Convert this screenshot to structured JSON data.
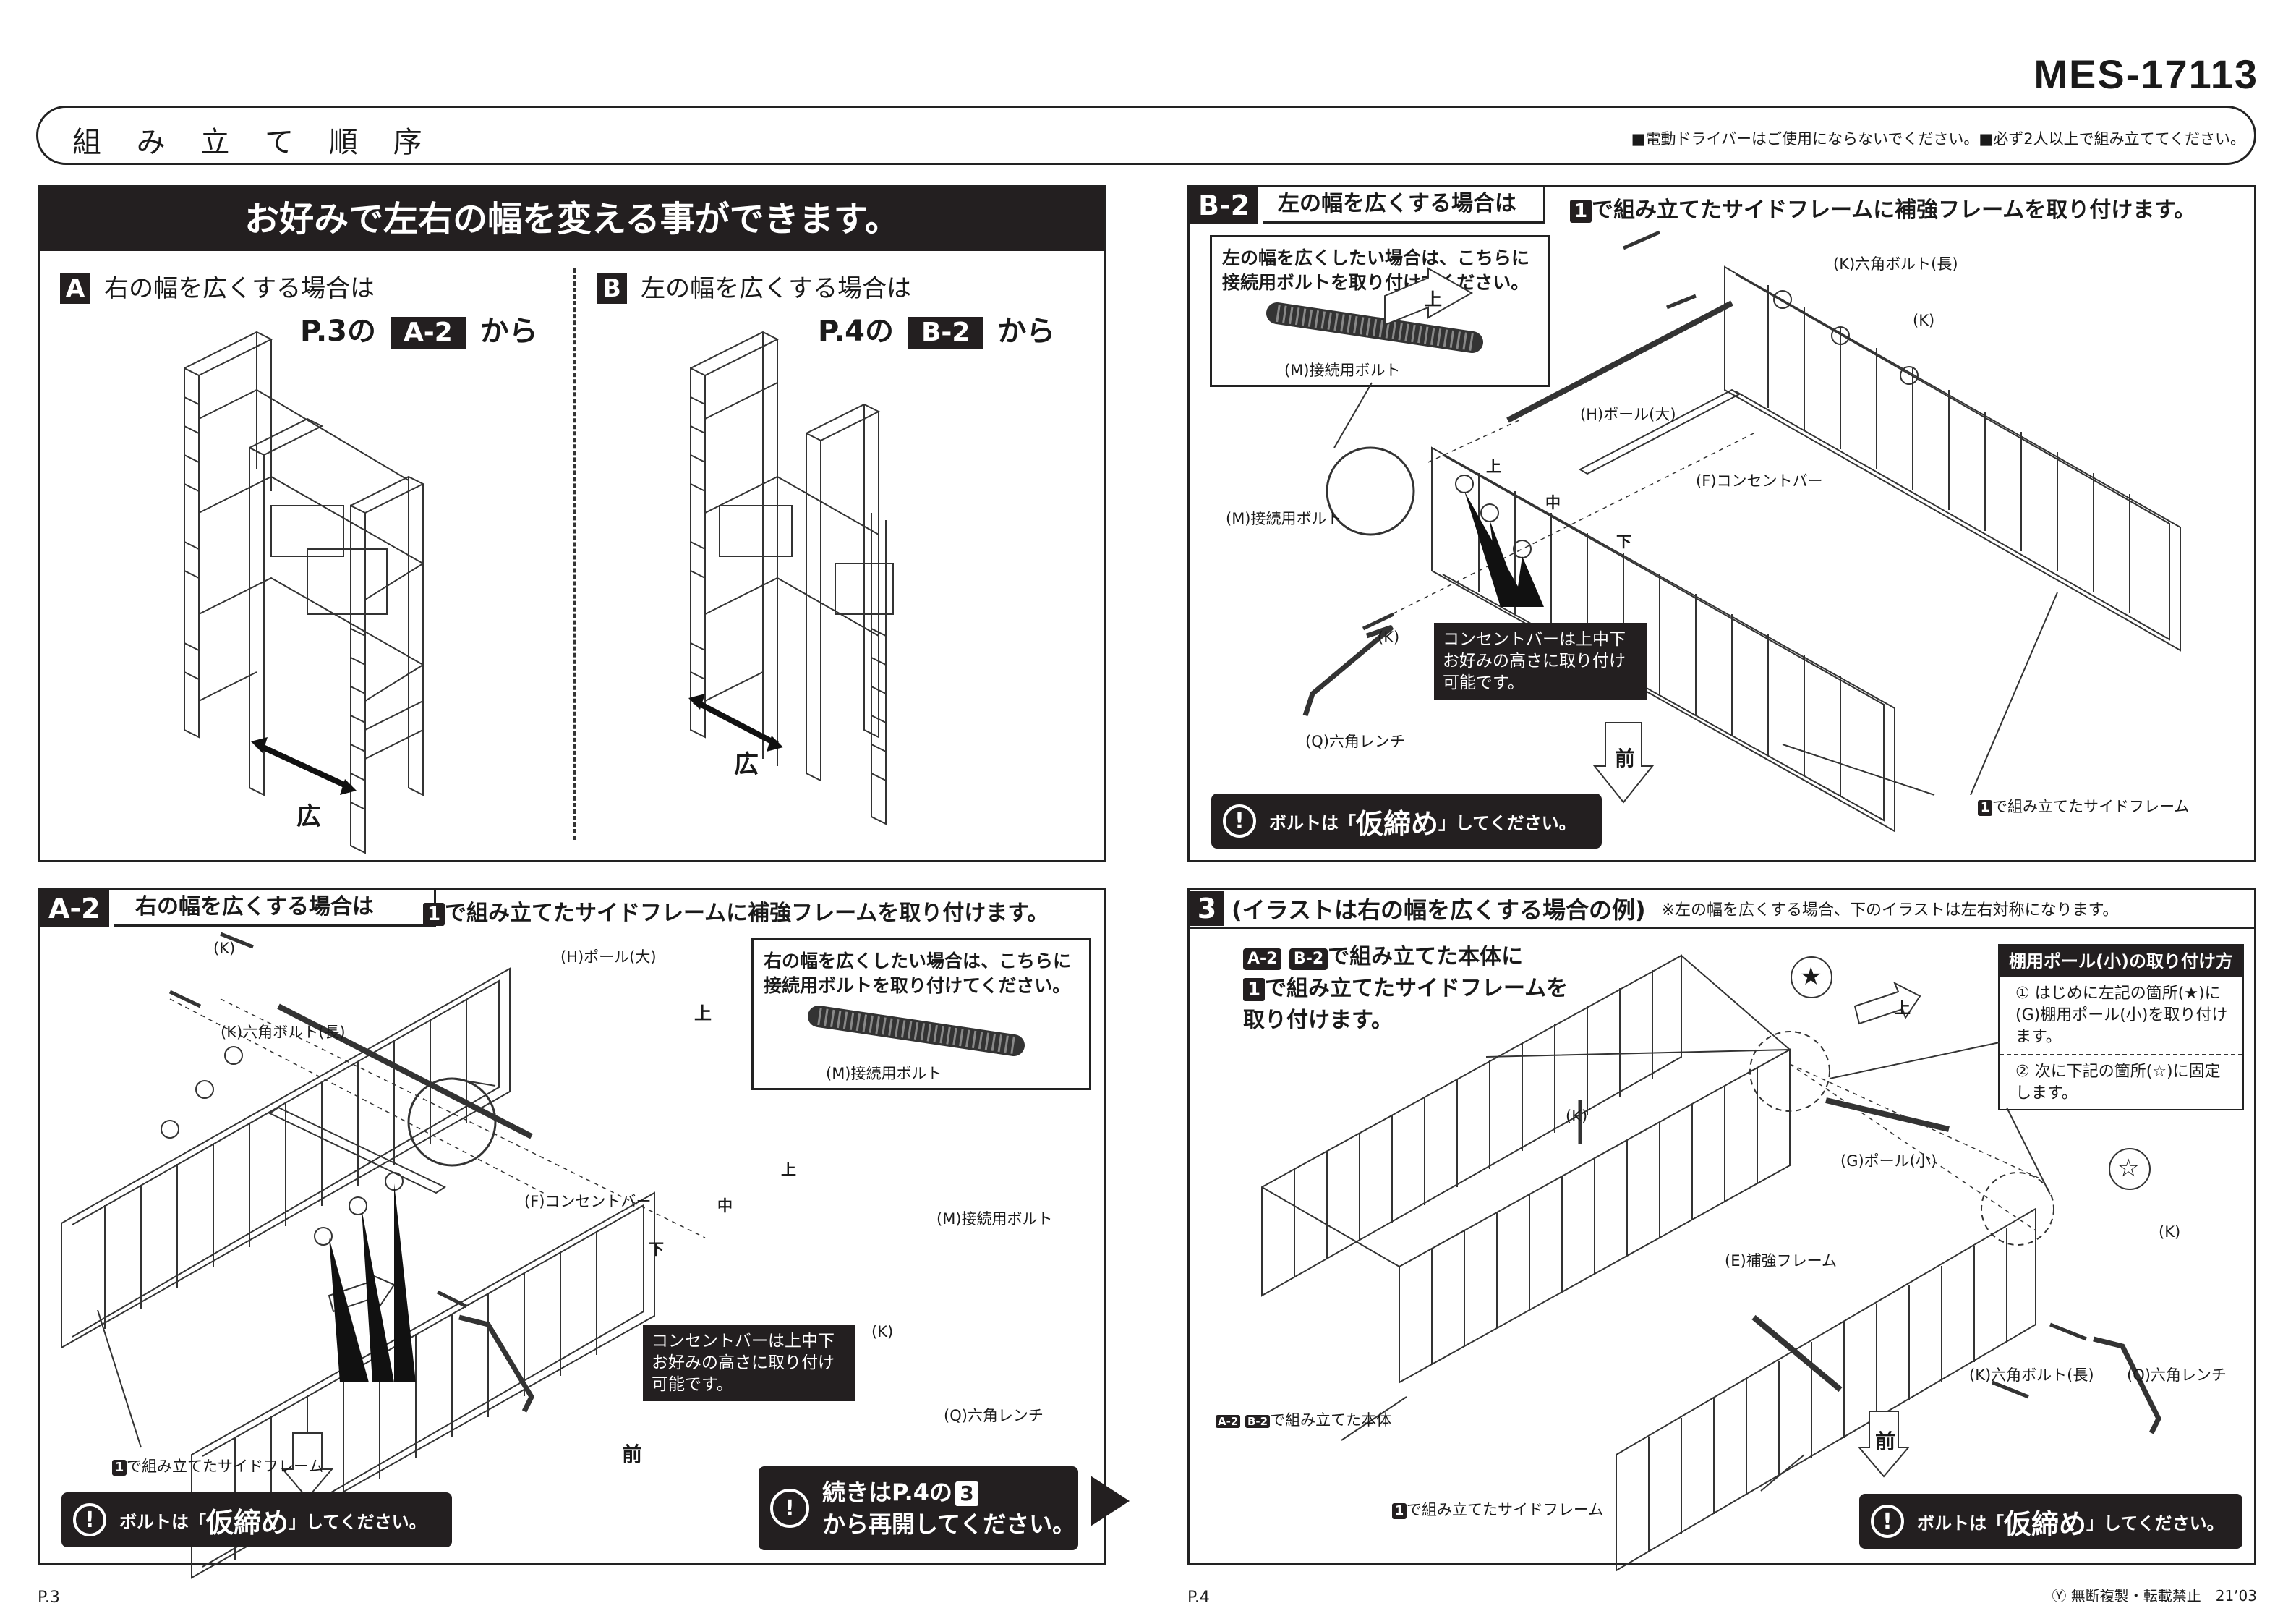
{
  "model": "MES-17113",
  "header": {
    "title": "組 み 立 て 順 序",
    "note": "■電動ドライバーはご使用にならないでください。■必ず2人以上で組み立ててください。"
  },
  "panel1": {
    "banner": "お好みで左右の幅を変える事ができます。",
    "a": {
      "tag": "A",
      "text": "右の幅を広くする場合は",
      "page": "P.3の",
      "ref": "A-2",
      "from": "から",
      "wide": "広"
    },
    "b": {
      "tag": "B",
      "text": "左の幅を広くする場合は",
      "page": "P.4の",
      "ref": "B-2",
      "from": "から",
      "wide": "広"
    }
  },
  "panelB2": {
    "tag": "B-2",
    "title": "左の幅を広くする場合は",
    "step_num": "1",
    "instruction": "で組み立てたサイドフレームに補強フレームを取り付けます。",
    "callout": "左の幅を広くしたい場合は、こちらに接続用ボルトを取り付けてください。",
    "callout_part": "(M)接続用ボルト",
    "labels": {
      "k_long": "(K)六角ボルト(長)",
      "k": "(K)",
      "pole": "(H)ポール(大)",
      "outlet": "(F)コンセントバー",
      "m": "(M)接続用ボルト",
      "k2": "(K)",
      "wrench": "(Q)六角レンチ",
      "side": "で組み立てたサイドフレーム",
      "up": "上",
      "mid": "中",
      "down": "下",
      "front": "前",
      "top": "上"
    },
    "outlet_note": "コンセントバーは上中下お好みの高さに取り付け可能です。",
    "warn": {
      "pre": "ボルトは「",
      "strong": "仮締め",
      "post": "」してください。"
    }
  },
  "panelA2": {
    "tag": "A-2",
    "title": "右の幅を広くする場合は",
    "step_num": "1",
    "instruction": "で組み立てたサイドフレームに補強フレームを取り付けます。",
    "callout": "右の幅を広くしたい場合は、こちらに接続用ボルトを取り付けてください。",
    "callout_part": "(M)接続用ボルト",
    "labels": {
      "k": "(K)",
      "k_long": "(K)六角ボルト(長)",
      "pole": "(H)ポール(大)",
      "outlet": "(F)コンセントバー",
      "m": "(M)接続用ボルト",
      "k2": "(K)",
      "wrench": "(Q)六角レンチ",
      "side": "で組み立てたサイドフレーム",
      "up": "上",
      "mid": "中",
      "down": "下",
      "front": "前",
      "top": "上"
    },
    "outlet_note": "コンセントバーは上中下お好みの高さに取り付け可能です。",
    "warn": {
      "pre": "ボルトは「",
      "strong": "仮締め",
      "post": "」してください。"
    },
    "continue": {
      "line1a": "続きはP.4の",
      "num": "3",
      "line2": "から再開してください。"
    }
  },
  "panel3": {
    "num": "3",
    "title": "(イラストは右の幅を広くする場合の例)",
    "note": "※左の幅を広くする場合、下のイラストは左右対称になります。",
    "lead": {
      "ref1": "A-2",
      "ref2": "B-2",
      "l1": "で組み立てた本体に",
      "num": "1",
      "l2": "で組み立てたサイドフレームを",
      "l3": "取り付けます。"
    },
    "box": {
      "title": "棚用ポール(小)の取り付け方",
      "s1": "① はじめに左記の箇所(★)に(G)棚用ポール(小)を取り付けます。",
      "s2": "② 次に下記の箇所(☆)に固定します。"
    },
    "labels": {
      "k": "(K)",
      "g": "(G)ポール(小)",
      "e": "(E)補強フレーム",
      "k2": "(K)",
      "k_long": "(K)六角ボルト(長)",
      "wrench": "(Q)六角レンチ",
      "body": "で組み立てた本体",
      "side": "で組み立てたサイドフレーム",
      "front": "前",
      "top": "上",
      "star": "★",
      "star_open": "☆"
    },
    "warn": {
      "pre": "ボルトは「",
      "strong": "仮締め",
      "post": "」してください。"
    }
  },
  "footer": {
    "p3": "P.3",
    "p4": "P.4",
    "copyright": "Ⓨ 無断複製・転載禁止　21’03"
  }
}
